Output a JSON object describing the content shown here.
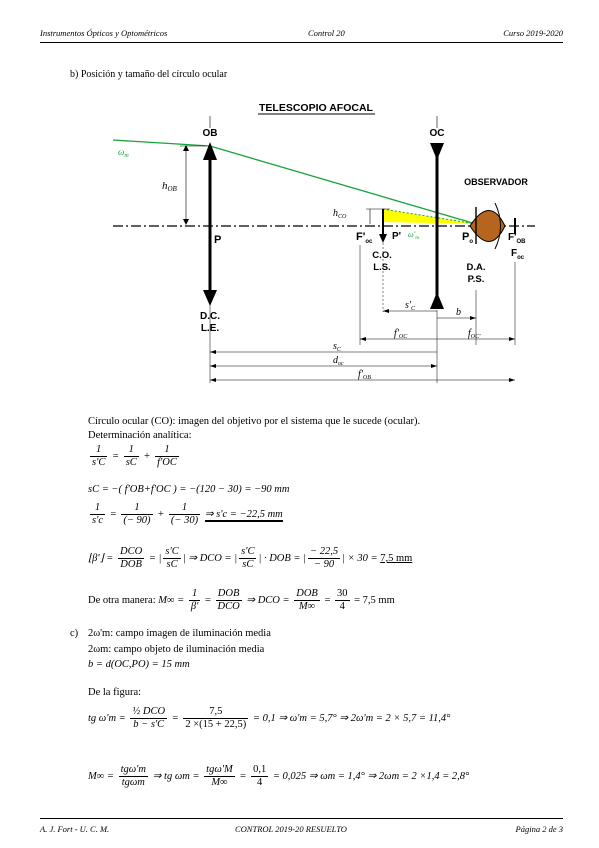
{
  "header": {
    "left": "Instrumentos Ópticos y Optométricos",
    "center": "Control 20",
    "right": "Curso 2019-2020"
  },
  "section_b": "b)  Posición y tamaño del círculo ocular",
  "diagram": {
    "title": "TELESCOPIO AFOCAL",
    "ob": "OB",
    "oc": "OC",
    "observador": "OBSERVADOR",
    "omega_m": "ω",
    "omega_m_sub": "m",
    "omega_pm": "ω'",
    "omega_pm_sub": "m",
    "h_ob": "h",
    "h_ob_sub": "OB",
    "h_co": "h",
    "h_co_sub": "CO",
    "p": "P",
    "f_oc_left": "F'",
    "f_oc_left_sub": "oc",
    "p_prime": "P'",
    "p_o": "P",
    "p_o_sub": "o",
    "f_ob": "F'",
    "f_ob_sub": "OB",
    "f_oc_right": "F",
    "f_oc_right_sub": "oc",
    "co": "C.O.",
    "ls": "L.S.",
    "da": "D.A.",
    "ps": "P.S.",
    "dc": "D.C.",
    "le": "L.E.",
    "s_c_prime": "s'",
    "s_c_prime_sub": "C",
    "b": "b",
    "f_oc_dim_left": "f'",
    "f_oc_dim_left_sub": "OC",
    "f_oc_dim_right": "f",
    "f_oc_dim_right_sub": "OC'",
    "s_c": "s",
    "s_c_sub": "C",
    "d_oc": "d",
    "d_oc_sub": "oc",
    "f_ob_dim": "f'",
    "f_ob_dim_sub": "OB"
  },
  "text": {
    "co_def": "Círculo ocular (CO): imagen del objetivo por el sistema que le sucede (ocular).",
    "analytic": "Determinación analítica:",
    "eq1_lhs_num": "1",
    "eq1_lhs_den": "s'C",
    "eq1_t1_num": "1",
    "eq1_t1_den": "sC",
    "eq1_t2_num": "1",
    "eq1_t2_den": "f'OC",
    "eq2": "sC = −( f'OB+f'OC ) = −(120 − 30) = −90 mm",
    "eq3_lhs_num": "1",
    "eq3_lhs_den": "s'c",
    "eq3_t1_num": "1",
    "eq3_t1_den": "(− 90)",
    "eq3_t2_num": "1",
    "eq3_t2_den": "(− 30)",
    "eq3_result": "⇒ s'c = −22,5 mm",
    "eq4_lhs": "⌊β'⌋ =",
    "eq4_f1_num": "DCO",
    "eq4_f1_den": "DOB",
    "eq4_f2_num": "s'C",
    "eq4_f2_den": "sC",
    "eq4_mid": "⇒ DCO =",
    "eq4_f3_num": "s'C",
    "eq4_f3_den": "sC",
    "eq4_mid2": "· DOB =",
    "eq4_f4_num": "− 22,5",
    "eq4_f4_den": "− 90",
    "eq4_tail": "× 30 =",
    "eq4_result": "7,5 mm",
    "otra_label": "De otra manera:",
    "eq5_lhs": "M∞ =",
    "eq5_f1_num": "1",
    "eq5_f1_den": "β'",
    "eq5_f2_num": "DOB",
    "eq5_f2_den": "DCO",
    "eq5_mid": "⇒ DCO =",
    "eq5_f3_num": "DOB",
    "eq5_f3_den": "M∞",
    "eq5_f4_num": "30",
    "eq5_f4_den": "4",
    "eq5_result": "= 7,5  mm",
    "sec_c_label": "c)",
    "sec_c_1": "2ω'm: campo imagen de iluminación media",
    "sec_c_2": "2ωm: campo objeto de iluminación media",
    "sec_c_3": "b = d(OC,PO) = 15 mm",
    "de_la_figura": "De la figura:",
    "eq6_lhs": "tg ω'm =",
    "eq6_f1_num": "½ DCO",
    "eq6_f1_den": "b − s'C",
    "eq6_f2_num": "7,5",
    "eq6_f2_den": "2 ×(15 + 22,5)",
    "eq6_rest": "= 0,1 ⇒ ω'm = 5,7° ⇒ 2ω'm = 2 × 5,7 = 11,4°",
    "eq7_lhs": "M∞ =",
    "eq7_f1_num": "tgω'm",
    "eq7_f1_den": "tgωm",
    "eq7_mid": "⇒ tg ωm =",
    "eq7_f2_num": "tgω'M",
    "eq7_f2_den": "M∞",
    "eq7_f3_num": "0,1",
    "eq7_f3_den": "4",
    "eq7_rest": "= 0,025 ⇒ ωm = 1,4° ⇒ 2ωm = 2 ×1,4 = 2,8°"
  },
  "footer": {
    "left": "A. J. Fort - U. C. M.",
    "center": "CONTROL 2019-20 RESUELTO",
    "right": "Página 2 de 3"
  },
  "colors": {
    "ray": "#1aa33a",
    "cone": "#ffff00",
    "eye": "#b5651d"
  }
}
